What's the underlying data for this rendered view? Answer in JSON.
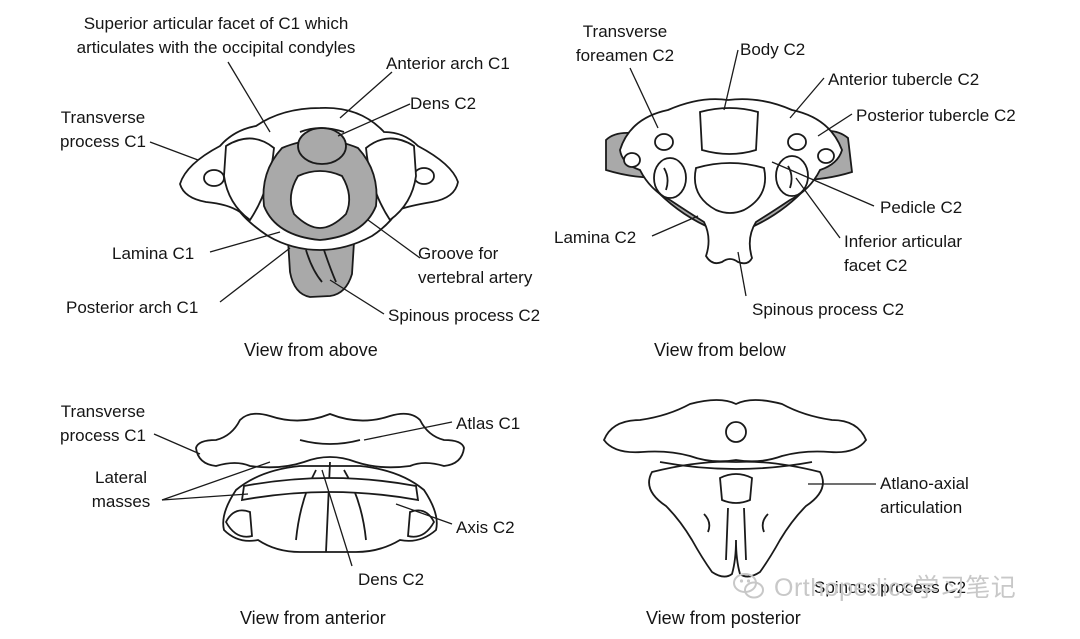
{
  "panels": {
    "above": {
      "caption": "View from above",
      "labels": {
        "superior_facet": "Superior articular facet of C1 which\narticulates with the occipital condyles",
        "anterior_arch": "Anterior arch C1",
        "dens": "Dens C2",
        "transverse_process": "Transverse\nprocess C1",
        "lamina": "Lamina C1",
        "groove": "Groove for\nvertebral artery",
        "posterior_arch": "Posterior arch C1",
        "spinous": "Spinous process C2"
      }
    },
    "below": {
      "caption": "View from below",
      "labels": {
        "transverse_foramen": "Transverse\nforeamen C2",
        "body": "Body C2",
        "anterior_tubercle": "Anterior tubercle C2",
        "posterior_tubercle": "Posterior tubercle C2",
        "pedicle": "Pedicle C2",
        "lamina": "Lamina C2",
        "inferior_facet": "Inferior articular\nfacet C2",
        "spinous": "Spinous process C2"
      }
    },
    "anterior": {
      "caption": "View from anterior",
      "labels": {
        "transverse_process": "Transverse\nprocess C1",
        "atlas": "Atlas C1",
        "lateral_masses": "Lateral\nmasses",
        "axis": "Axis C2",
        "dens": "Dens C2"
      }
    },
    "posterior": {
      "caption": "View from posterior",
      "labels": {
        "atlano_axial": "Atlano-axial\narticulation",
        "spinous": "Spinous process C2"
      }
    }
  },
  "watermark": {
    "text": "Orthopedics学习笔记",
    "icon": "wechat-icon"
  },
  "colors": {
    "ink": "#1a1a1a",
    "shade": "#a9a9a9",
    "watermark": "#c8c8c8"
  }
}
